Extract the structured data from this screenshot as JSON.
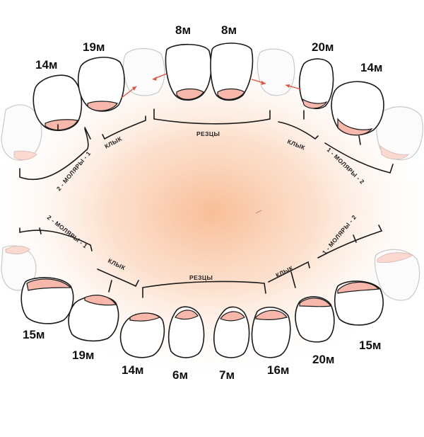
{
  "colors": {
    "gum": "#f7b7aa",
    "glow_center": "#f8ba92",
    "arrow": "#e0523e",
    "outline": "#1a1a1a"
  },
  "upper": {
    "ages": {
      "left_molar_2": "14м",
      "left_molar_1": "19м",
      "incisor_left": "8м",
      "incisor_right": "8м",
      "right_molar_1": "20м",
      "right_molar_2": "14м"
    },
    "groups": {
      "left_molars": "2 - МОЛЯРЫ - 1",
      "left_canine": "КЛЫК",
      "incisors": "РЕЗЦЫ",
      "right_canine": "КЛЫК",
      "right_molars": "1 - МОЛЯРЫ - 2"
    }
  },
  "lower": {
    "ages": {
      "left_molar_2": "15м",
      "left_molar_1": "19м",
      "canine_left": "14м",
      "incisor_1": "6м",
      "incisor_2": "7м",
      "incisor_3": "16м",
      "right_molar_1": "20м",
      "right_molar_2": "15м"
    },
    "groups": {
      "left_molars": "2 - МОЛЯРЫ - 1",
      "left_canine": "КЛЫК",
      "incisors": "РЕЗЦЫ",
      "right_canine": "КЛЫК",
      "right_molars": "1 - МОЛЯРЫ - 2"
    }
  }
}
